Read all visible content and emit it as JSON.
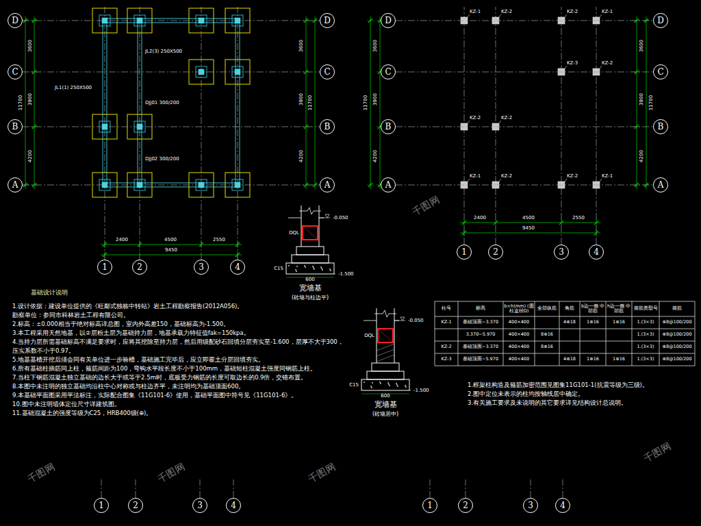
{
  "diagram": {
    "nodes": [
      {
        "text": [
          "D"
        ]
      },
      {
        "text": [
          "D"
        ]
      },
      {
        "text": [
          "C"
        ]
      },
      {
        "text": [
          "C"
        ]
      },
      {
        "text": [
          "B"
        ]
      },
      {
        "text": [
          "B"
        ]
      },
      {
        "text": [
          "A"
        ]
      },
      {
        "text": [
          "A"
        ]
      },
      {
        "text": [
          "1"
        ]
      },
      {
        "text": [
          "2"
        ]
      },
      {
        "text": [
          "3"
        ]
      },
      {
        "text": [
          "4"
        ]
      },
      {
        "text": [
          "D"
        ]
      },
      {
        "text": [
          "D"
        ]
      },
      {
        "text": [
          "C"
        ]
      },
      {
        "text": [
          "C"
        ]
      },
      {
        "text": [
          "B"
        ]
      },
      {
        "text": [
          "B"
        ]
      },
      {
        "text": [
          "A"
        ]
      },
      {
        "text": [
          "A"
        ]
      },
      {
        "text": [
          "1"
        ]
      },
      {
        "text": [
          "2"
        ]
      },
      {
        "text": [
          "3"
        ]
      },
      {
        "text": [
          "4"
        ]
      },
      {
        "text": [
          "1"
        ]
      },
      {
        "text": [
          "2"
        ]
      },
      {
        "text": [
          "3"
        ]
      },
      {
        "text": [
          "4"
        ]
      },
      {
        "text": [
          "1"
        ]
      },
      {
        "text": [
          "2"
        ]
      },
      {
        "text": [
          "3"
        ]
      },
      {
        "text": [
          "4"
        ]
      }
    ],
    "edges": [
      {
        "from": 0,
        "to": 1,
        "arrow": "none"
      },
      {
        "from": 2,
        "to": 3,
        "arrow": "none"
      },
      {
        "from": 4,
        "to": 5,
        "arrow": "none"
      },
      {
        "from": 6,
        "to": 7,
        "arrow": "none"
      },
      {
        "from": 12,
        "to": 13,
        "arrow": "none"
      },
      {
        "from": 14,
        "to": 15,
        "arrow": "none"
      },
      {
        "from": 16,
        "to": 17,
        "arrow": "none"
      },
      {
        "from": 18,
        "to": 19,
        "arrow": "none"
      }
    ],
    "labels": [
      "基础设计说明",
      "2400",
      "4500",
      "2550",
      "9450",
      "3600",
      "3900",
      "4200",
      "11700",
      "3600",
      "3900",
      "4200",
      "11700",
      "DJj01 300/200",
      "DJj02 300/200",
      "JL1(1) 250X500",
      "JL2(3) 250X500",
      "DQL",
      "-0.050",
      "-1.500",
      "C15",
      "600",
      "宽墙基",
      "(砖墙与柱边平)",
      "DQL",
      "-0.050",
      "-1.500",
      "C15",
      "600",
      "宽墙基",
      "(砖墙居中)",
      "1.设计依据：建设单位提供的《旺鄰式独栋中转站》岩土工程勘察报告(2012A056)。",
      "勘察单位：参同市科林岩土工程有限公司。",
      "2.标高：±0.000相当于绝对标高详总图，室内外高差150，基础标高为-1.500。",
      "3.本工程采用天然地基，以②层粉土层为基础持力层，地基承载力特征值fak=150kpa。",
      "4.当持力层所需基础标高不满足要求时，应将其挖除至持力层，然后用级配砂石回填分层夯实至-1.600，层厚不大于300，压实系数不小于0.97。",
      "5.地基基槽开挖后须会同有关单位进一步验槽，基础施工完毕后，应立即覆土分层回填夯实。",
      "6.所有基础柱插筋同上柱，箍筋间距为100，弯钩水平段长度不小于100mm，基础短柱混凝土强度同钢筋上柱。",
      "7.当柱下钢筋混凝土独立基础的边长大于或等于2.5m时，底板受力钢筋的长度可取边长的0.9倍，交错布置。",
      "8.本图中未注明的独立基础均沿柱中心对称或与柱边齐平，未注明均为基础顶面600。",
      "9.本基础平面图采用平法标注，实际配合图集《11G101-6》使用，基础平面图中符号见《11G101-6》。",
      "10.图中未注明墙体定位尺寸详建筑图。",
      "11.基础混凝土的强度等级为C25，HRB400级(⊕)。",
      "柱号",
      "标高",
      "b×h(mm) (圆柱直径D)",
      "全部纵筋",
      "角筋",
      "b边一侧 中部筋",
      "h边一侧 中部筋",
      "箍筋类型号",
      "箍筋",
      "KZ-1",
      "基础顶面~3.370",
      "400×400",
      "4⊕18",
      "1⊕16",
      "1⊕16",
      "1.(3×3)",
      "⊕8@100/200",
      "3.370~5.970",
      "400×400",
      "8⊕16",
      "1.(3×3)",
      "⊕8@100/200",
      "KZ-2",
      "基础顶面~3.370",
      "400×400",
      "8⊕16",
      "1.(3×3)",
      "⊕8@100/200",
      "KZ-3",
      "基础顶面~5.970",
      "400×400",
      "4⊕18",
      "1⊕16",
      "1⊕16",
      "1.(3×3)",
      "⊕8@100/200",
      "1.框架柱构造及箍筋加密范围见图集11G101-1(抗震等级为三级)。",
      "2.图中定位未表示的柱均按轴线居中确定。",
      "3.有关施工要求及未说明的其它要求详见结构设计总说明。",
      "2400",
      "4500",
      "2550",
      "9450",
      "3600",
      "3900",
      "4200",
      "11700",
      "3600",
      "3900",
      "4200",
      "11700",
      "KZ-1",
      "KZ-2",
      "KZ-2",
      "KZ-1",
      "KZ-3",
      "KZ-2",
      "KZ-2",
      "KZ-2",
      "KZ-1",
      "KZ-2",
      "KZ-2",
      "KZ-1",
      "千图网",
      "千图网",
      "千图网",
      "千图网",
      "千图网"
    ]
  }
}
